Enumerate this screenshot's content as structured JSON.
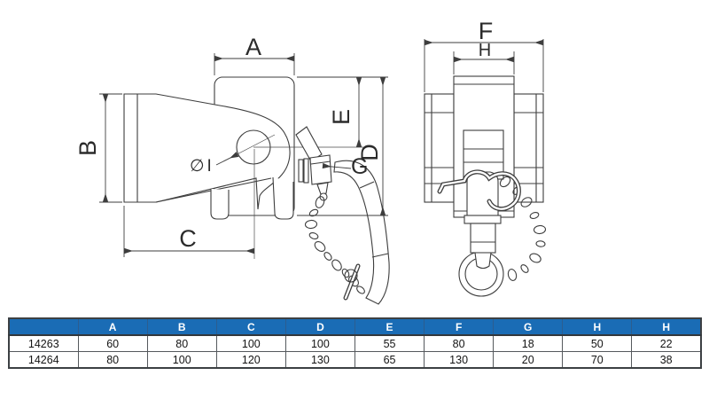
{
  "drawing": {
    "side_view": {
      "dim_a": "A",
      "dim_b": "B",
      "dim_c": "C",
      "dim_d": "D",
      "dim_e": "E",
      "dim_g": "G",
      "dim_i": "∅I"
    },
    "front_view": {
      "dim_f": "F",
      "dim_h": "H"
    }
  },
  "table": {
    "columns": [
      "",
      "A",
      "B",
      "C",
      "D",
      "E",
      "F",
      "G",
      "H",
      "H"
    ],
    "rows": [
      [
        "14263",
        "60",
        "80",
        "100",
        "100",
        "55",
        "80",
        "18",
        "50",
        "22"
      ],
      [
        "14264",
        "80",
        "100",
        "120",
        "130",
        "65",
        "130",
        "20",
        "70",
        "38"
      ]
    ]
  },
  "colors": {
    "header_bg": "#1a6cb5",
    "header_text": "#ffffff",
    "line": "#3d3d3d",
    "table_border": "#3c4043"
  }
}
